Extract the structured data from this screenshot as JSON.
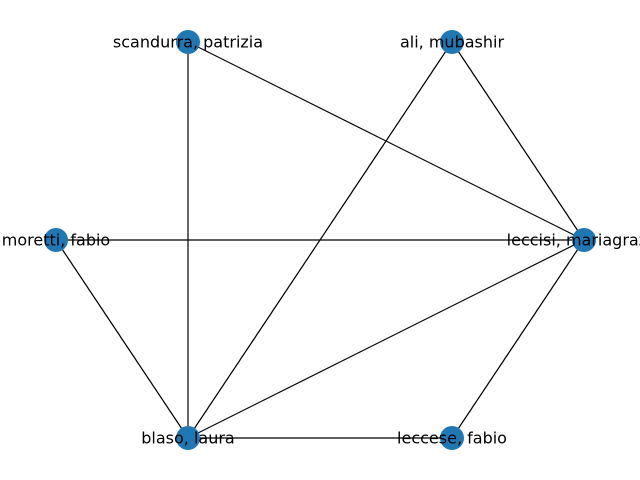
{
  "graph": {
    "node_color": "#1f77b4",
    "edge_color": "#000000",
    "nodes": [
      {
        "id": "scandurra",
        "label": "scandurra, patrizia"
      },
      {
        "id": "ali",
        "label": "ali, mubashir"
      },
      {
        "id": "moretti",
        "label": "moretti, fabio"
      },
      {
        "id": "leccisi",
        "label": "leccisi, mariagrazia"
      },
      {
        "id": "blaso",
        "label": "blaso, laura"
      },
      {
        "id": "leccese",
        "label": "leccese, fabio"
      }
    ],
    "edges": [
      [
        "scandurra",
        "blaso"
      ],
      [
        "scandurra",
        "leccisi"
      ],
      [
        "ali",
        "blaso"
      ],
      [
        "ali",
        "leccisi"
      ],
      [
        "moretti",
        "leccisi"
      ],
      [
        "moretti",
        "blaso"
      ],
      [
        "blaso",
        "leccisi"
      ],
      [
        "blaso",
        "leccese"
      ],
      [
        "leccese",
        "leccisi"
      ]
    ]
  }
}
